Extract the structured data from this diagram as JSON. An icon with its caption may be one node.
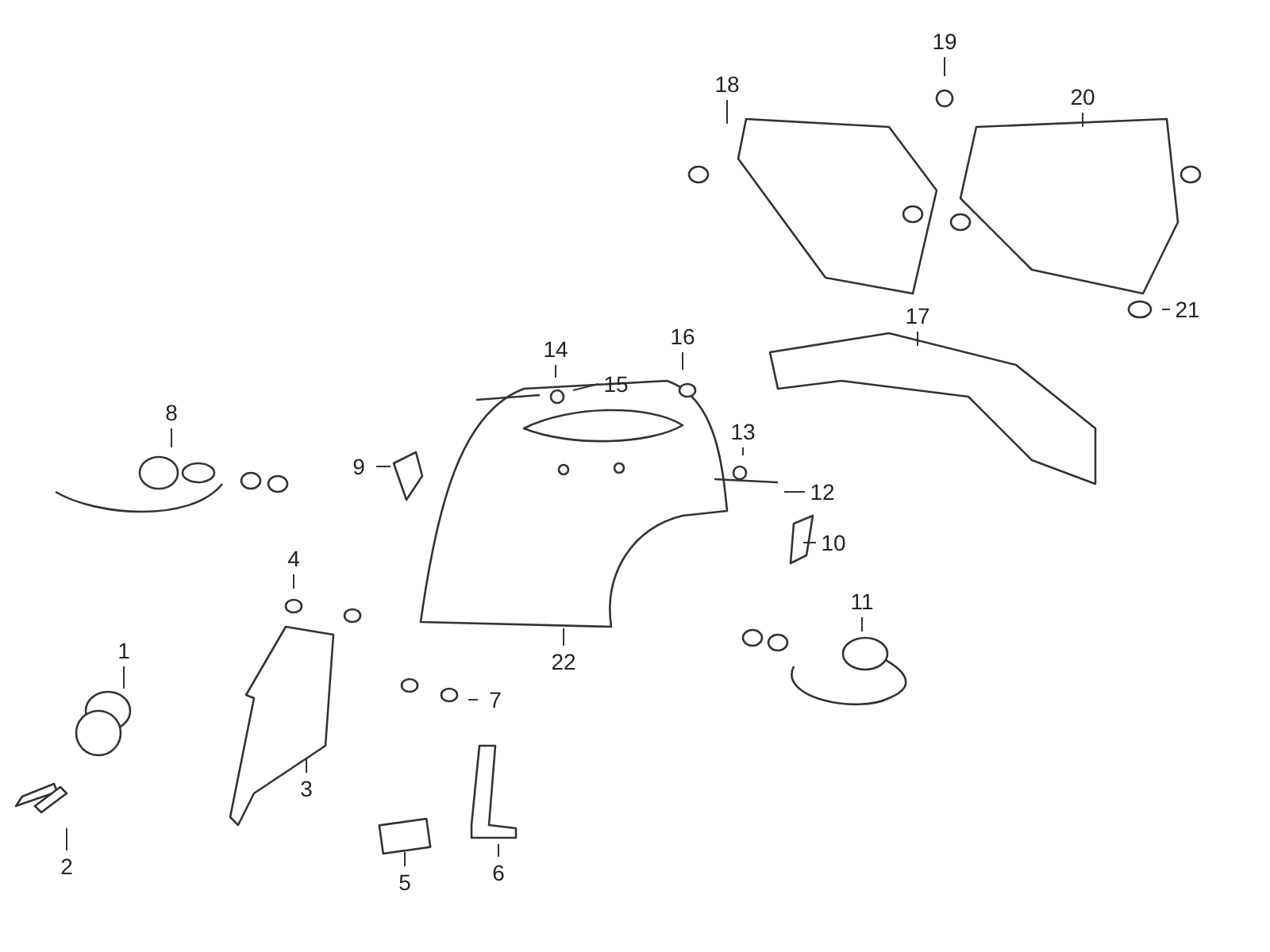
{
  "diagram": {
    "nodes": [
      {
        "text": [
          "19"
        ]
      },
      {
        "text": [
          "18"
        ]
      },
      {
        "text": [
          "20"
        ]
      },
      {
        "text": [
          "21"
        ]
      },
      {
        "text": [
          "17"
        ]
      },
      {
        "text": [
          "16"
        ]
      },
      {
        "text": [
          "14"
        ]
      },
      {
        "text": [
          "15"
        ]
      },
      {
        "text": [
          "8"
        ]
      },
      {
        "text": [
          "13"
        ]
      },
      {
        "text": [
          "9"
        ]
      },
      {
        "text": [
          "12"
        ]
      },
      {
        "text": [
          "10"
        ]
      },
      {
        "text": [
          "4"
        ]
      },
      {
        "text": [
          "11"
        ]
      },
      {
        "text": [
          "1"
        ]
      },
      {
        "text": [
          "22"
        ]
      },
      {
        "text": [
          "7"
        ]
      },
      {
        "text": [
          "3"
        ]
      },
      {
        "text": [
          "2"
        ]
      },
      {
        "text": [
          "6"
        ]
      },
      {
        "text": [
          "5"
        ]
      }
    ],
    "edges": [
      {
        "from": 0,
        "to": null,
        "arrow": "none"
      },
      {
        "from": 1,
        "to": null,
        "arrow": "none"
      },
      {
        "from": 2,
        "to": null,
        "arrow": "none"
      },
      {
        "from": 3,
        "to": null,
        "arrow": "none"
      },
      {
        "from": 4,
        "to": null,
        "arrow": "none"
      },
      {
        "from": 5,
        "to": null,
        "arrow": "none"
      },
      {
        "from": 6,
        "to": null,
        "arrow": "none"
      },
      {
        "from": 7,
        "to": null,
        "arrow": "none"
      },
      {
        "from": 8,
        "to": null,
        "arrow": "none"
      },
      {
        "from": 9,
        "to": null,
        "arrow": "none"
      },
      {
        "from": 10,
        "to": null,
        "arrow": "none"
      },
      {
        "from": 11,
        "to": null,
        "arrow": "none"
      },
      {
        "from": 12,
        "to": null,
        "arrow": "none"
      },
      {
        "from": 13,
        "to": null,
        "arrow": "none"
      },
      {
        "from": 14,
        "to": null,
        "arrow": "none"
      },
      {
        "from": 15,
        "to": null,
        "arrow": "none"
      },
      {
        "from": 16,
        "to": null,
        "arrow": "none"
      },
      {
        "from": 17,
        "to": null,
        "arrow": "none"
      },
      {
        "from": 18,
        "to": null,
        "arrow": "none"
      },
      {
        "from": 19,
        "to": null,
        "arrow": "none"
      },
      {
        "from": 20,
        "to": null,
        "arrow": "none"
      },
      {
        "from": 21,
        "to": null,
        "arrow": "none"
      }
    ]
  }
}
